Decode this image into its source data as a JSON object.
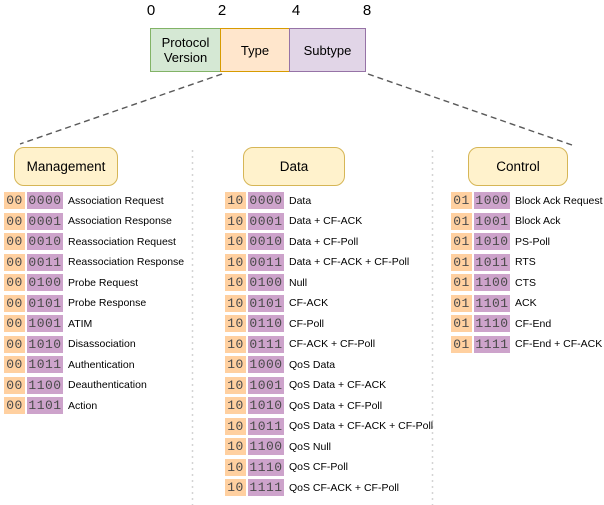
{
  "ruler": {
    "ticks": [
      "0",
      "2",
      "4",
      "8"
    ]
  },
  "fields": [
    {
      "label": "Protocol Version",
      "color": "green"
    },
    {
      "label": "Type",
      "color": "orange"
    },
    {
      "label": "Subtype",
      "color": "purple"
    }
  ],
  "palette": {
    "field_green_fill": "#d5e8d4",
    "field_green_border": "#82b366",
    "field_orange_fill": "#ffe6cc",
    "field_orange_border": "#d79b00",
    "field_purple_fill": "#e1d5e7",
    "field_purple_border": "#9673a6",
    "category_fill": "#fff2cc",
    "category_border": "#d6b656",
    "chip_type_fill": "#ffd0a0",
    "chip_subtype_fill": "#cda3cb",
    "connector_color": "#595959",
    "divider_color": "#d4d4d4"
  },
  "columns": [
    {
      "title": "Management",
      "rows": [
        {
          "type_bits": "00",
          "subtype_bits": "0000",
          "label": "Association Request"
        },
        {
          "type_bits": "00",
          "subtype_bits": "0001",
          "label": "Association Response"
        },
        {
          "type_bits": "00",
          "subtype_bits": "0010",
          "label": "Reassociation Request"
        },
        {
          "type_bits": "00",
          "subtype_bits": "0011",
          "label": "Reassociation Response"
        },
        {
          "type_bits": "00",
          "subtype_bits": "0100",
          "label": "Probe Request"
        },
        {
          "type_bits": "00",
          "subtype_bits": "0101",
          "label": "Probe Response"
        },
        {
          "type_bits": "00",
          "subtype_bits": "1001",
          "label": "ATIM"
        },
        {
          "type_bits": "00",
          "subtype_bits": "1010",
          "label": "Disassociation"
        },
        {
          "type_bits": "00",
          "subtype_bits": "1011",
          "label": "Authentication"
        },
        {
          "type_bits": "00",
          "subtype_bits": "1100",
          "label": "Deauthentication"
        },
        {
          "type_bits": "00",
          "subtype_bits": "1101",
          "label": "Action"
        }
      ]
    },
    {
      "title": "Data",
      "rows": [
        {
          "type_bits": "10",
          "subtype_bits": "0000",
          "label": "Data"
        },
        {
          "type_bits": "10",
          "subtype_bits": "0001",
          "label": "Data + CF-ACK"
        },
        {
          "type_bits": "10",
          "subtype_bits": "0010",
          "label": "Data + CF-Poll"
        },
        {
          "type_bits": "10",
          "subtype_bits": "0011",
          "label": "Data + CF-ACK + CF-Poll"
        },
        {
          "type_bits": "10",
          "subtype_bits": "0100",
          "label": "Null"
        },
        {
          "type_bits": "10",
          "subtype_bits": "0101",
          "label": "CF-ACK"
        },
        {
          "type_bits": "10",
          "subtype_bits": "0110",
          "label": "CF-Poll"
        },
        {
          "type_bits": "10",
          "subtype_bits": "0111",
          "label": "CF-ACK + CF-Poll"
        },
        {
          "type_bits": "10",
          "subtype_bits": "1000",
          "label": "QoS Data"
        },
        {
          "type_bits": "10",
          "subtype_bits": "1001",
          "label": "QoS Data + CF-ACK"
        },
        {
          "type_bits": "10",
          "subtype_bits": "1010",
          "label": "QoS Data + CF-Poll"
        },
        {
          "type_bits": "10",
          "subtype_bits": "1011",
          "label": "QoS Data + CF-ACK + CF-Poll"
        },
        {
          "type_bits": "10",
          "subtype_bits": "1100",
          "label": "QoS Null"
        },
        {
          "type_bits": "10",
          "subtype_bits": "1110",
          "label": "QoS CF-Poll"
        },
        {
          "type_bits": "10",
          "subtype_bits": "1111",
          "label": "QoS CF-ACK + CF-Poll"
        }
      ]
    },
    {
      "title": "Control",
      "rows": [
        {
          "type_bits": "01",
          "subtype_bits": "1000",
          "label": "Block Ack Request"
        },
        {
          "type_bits": "01",
          "subtype_bits": "1001",
          "label": "Block Ack"
        },
        {
          "type_bits": "01",
          "subtype_bits": "1010",
          "label": "PS-Poll"
        },
        {
          "type_bits": "01",
          "subtype_bits": "1011",
          "label": "RTS"
        },
        {
          "type_bits": "01",
          "subtype_bits": "1100",
          "label": "CTS"
        },
        {
          "type_bits": "01",
          "subtype_bits": "1101",
          "label": "ACK"
        },
        {
          "type_bits": "01",
          "subtype_bits": "1110",
          "label": "CF-End"
        },
        {
          "type_bits": "01",
          "subtype_bits": "1111",
          "label": "CF-End + CF-ACK"
        }
      ]
    }
  ]
}
